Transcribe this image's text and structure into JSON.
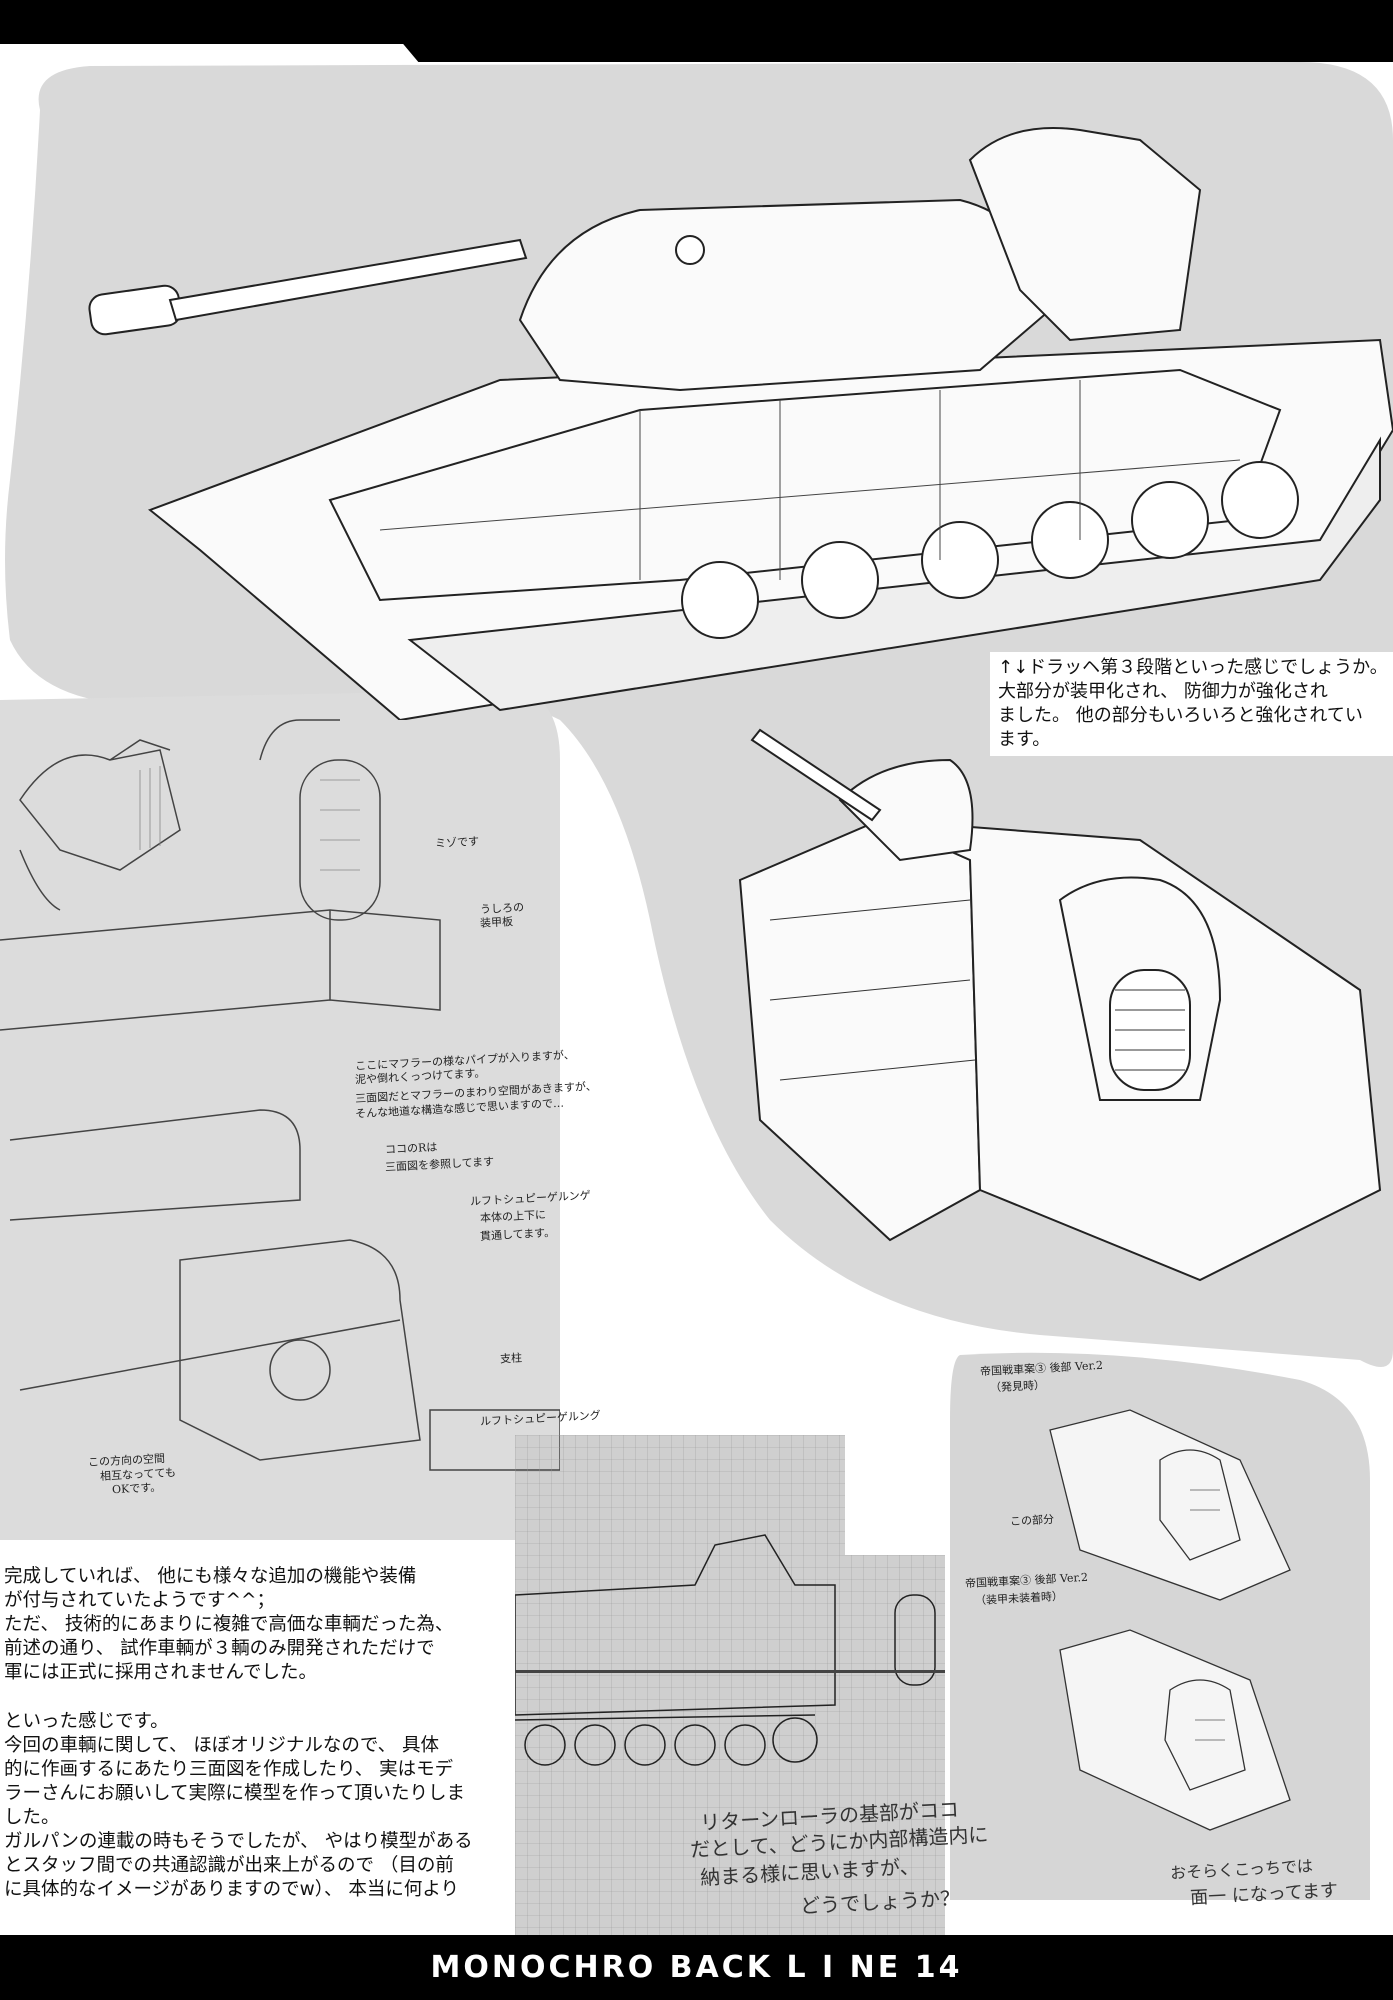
{
  "footer": {
    "title": "MONOCHRO BACK L I NE 14"
  },
  "top_right_note": {
    "lines": [
      "↑↓ドラッヘ第３段階といった感じでしょうか。",
      "大部分が装甲化され、 防御力が強化され",
      "ました。 他の部分もいろいろと強化されてい",
      "ます。"
    ]
  },
  "body_text": {
    "para1": [
      "完成していれば、 他にも様々な追加の機能や装備",
      "が付与されていたようです^^；",
      "ただ、 技術的にあまりに複雑で高価な車輌だった為、",
      "前述の通り、 試作車輌が３輌のみ開発されただけで",
      "軍には正式に採用されませんでした。"
    ],
    "para2": [
      "といった感じです。",
      "今回の車輌に関して、 ほぼオリジナルなので、 具体",
      "的に作画するにあたり三面図を作成したり、 実はモデ",
      "ラーさんにお願いして実際に模型を作って頂いたりしま",
      "した。",
      "ガルパンの連載の時もそうでしたが、 やはり模型がある",
      "とスタッフ間での共通認識が出来上がるので （目の前",
      "に具体的なイメージがありますのでw）、 本当に何より"
    ]
  },
  "sketch_notes": {
    "muzzle_note": "ミゾです",
    "plate_note": [
      "うしろの",
      "装甲板"
    ],
    "muffler_note": [
      "ここにマフラーの様なパイプが入りますが、",
      "泥や倒れくっつけてます。",
      "三面図だとマフラーのまわり空間があきますが、",
      "そんな地道な構造な感じで思いますので…"
    ],
    "ref_note": [
      "ココのRは",
      "三面図を参照してます"
    ],
    "frame_note": [
      "ルフトシュピーゲルンゲ",
      "本体の上下に",
      "貫通してます。"
    ],
    "labels_note": [
      "この方向の空間",
      "相互なってても",
      "OKです。"
    ],
    "upright_note": "支柱",
    "small_side_note": "ルフトシュピーゲルング",
    "blueprint_note": [
      "リターンローラの基部がココ",
      "だとして、どうにか内部構造内に",
      "納まる様に思いますが、",
      "どうでしょうか？"
    ],
    "sketch_title": [
      "帝国戦車案③ 後部 Ver.2",
      "（発見時）"
    ],
    "sketch_title2": [
      "帝国戦車案③ 後部 Ver.2",
      "（装甲未装着時）"
    ],
    "sketch_mid_note": "この部分",
    "sketch_bottom_note": [
      "おそらくこっちでは",
      "面一 になってます"
    ]
  },
  "icons": [
    "tank-illustration",
    "rear-tank-illustration",
    "pencil-sketch",
    "blueprint-grid"
  ]
}
